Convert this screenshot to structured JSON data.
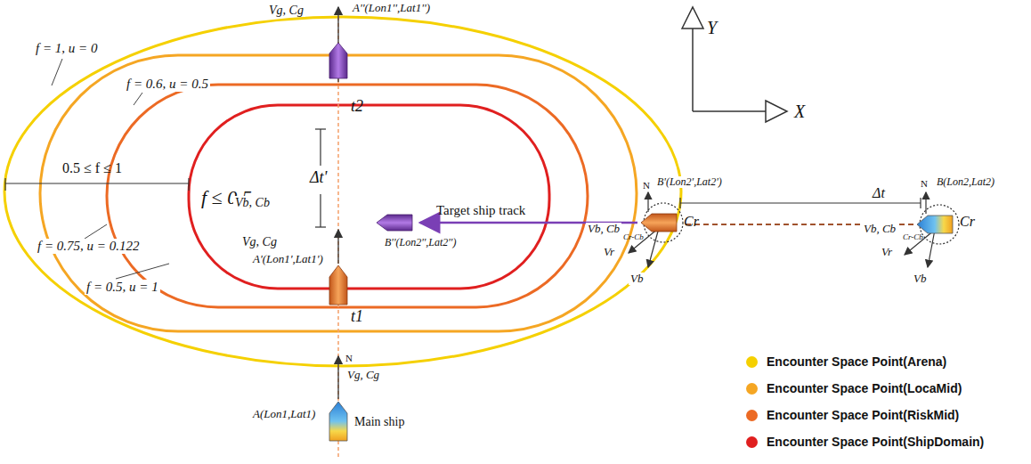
{
  "diagram": {
    "labels": [
      "f = 1, u = 0",
      "f = 0.6, u = 0.5",
      "0.5 ≤ f ≤ 1",
      "f ≤ 0.5",
      "f = 0.75, u = 0.122",
      "f = 0.5, u = 1",
      "Vg, Cg",
      "A''(Lon1'',Lat1'')",
      "t2",
      "Δt'",
      "Vb, Cb",
      "B''(Lon2'',Lat2'')",
      "Target ship track",
      "A'(Lon1',Lat1')",
      "Vg, Cg",
      "t1",
      "N",
      "B'(Lon2',Lat2')",
      "Cr",
      "Vb, Cb",
      "Vr",
      "Cr-Cb",
      "Vb",
      "Δt",
      "N",
      "B(Lon2,Lat2)",
      "Cr",
      "Vb, Cb",
      "Vr",
      "Cr-Cb",
      "Vb",
      "N",
      "Vg, Cg",
      "A(Lon1,Lat1)",
      "Main ship",
      "Y",
      "X"
    ],
    "legend": [
      {
        "text": "Encounter Space Point(Arena)",
        "color": "#f5d000"
      },
      {
        "text": "Encounter Space Point(LocaMid)",
        "color": "#f5a623"
      },
      {
        "text": "Encounter Space Point(RiskMid)",
        "color": "#ec6a24"
      },
      {
        "text": "Encounter Space Point(ShipDomain)",
        "color": "#e01f1f"
      }
    ]
  }
}
